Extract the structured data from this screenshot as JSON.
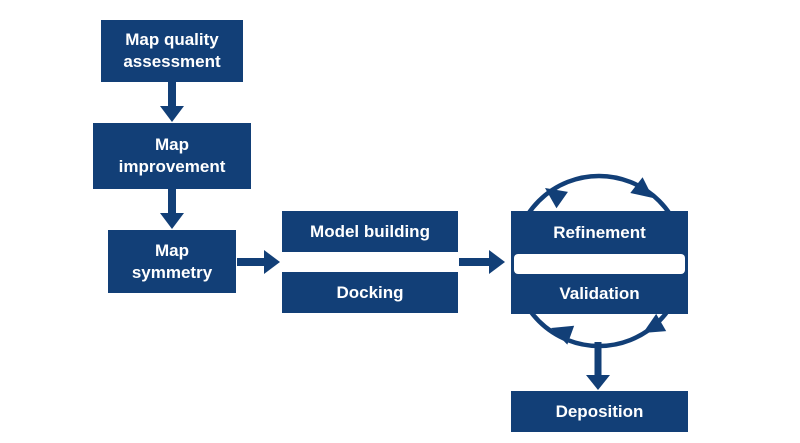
{
  "colors": {
    "accent": "#123f77",
    "background": "#ffffff",
    "text": "#ffffff"
  },
  "nodes": {
    "map_quality_assessment": {
      "line1": "Map quality",
      "line2": "assessment"
    },
    "map_improvement": {
      "line1": "Map",
      "line2": "improvement"
    },
    "map_symmetry": {
      "line1": "Map",
      "line2": "symmetry"
    },
    "model_building": {
      "label": "Model building"
    },
    "docking": {
      "label": "Docking"
    },
    "refinement": {
      "label": "Refinement"
    },
    "validation": {
      "label": "Validation"
    },
    "deposition": {
      "label": "Deposition"
    }
  },
  "edges": [
    {
      "from": "map_quality_assessment",
      "to": "map_improvement",
      "type": "arrow-down"
    },
    {
      "from": "map_improvement",
      "to": "map_symmetry",
      "type": "arrow-down"
    },
    {
      "from": "map_symmetry",
      "to": "model_building_docking",
      "type": "arrow-right"
    },
    {
      "from": "model_building_docking",
      "to": "refinement_validation",
      "type": "arrow-right"
    },
    {
      "from": "refinement",
      "to": "validation",
      "type": "cycle"
    },
    {
      "from": "refinement_validation",
      "to": "deposition",
      "type": "arrow-down"
    }
  ]
}
